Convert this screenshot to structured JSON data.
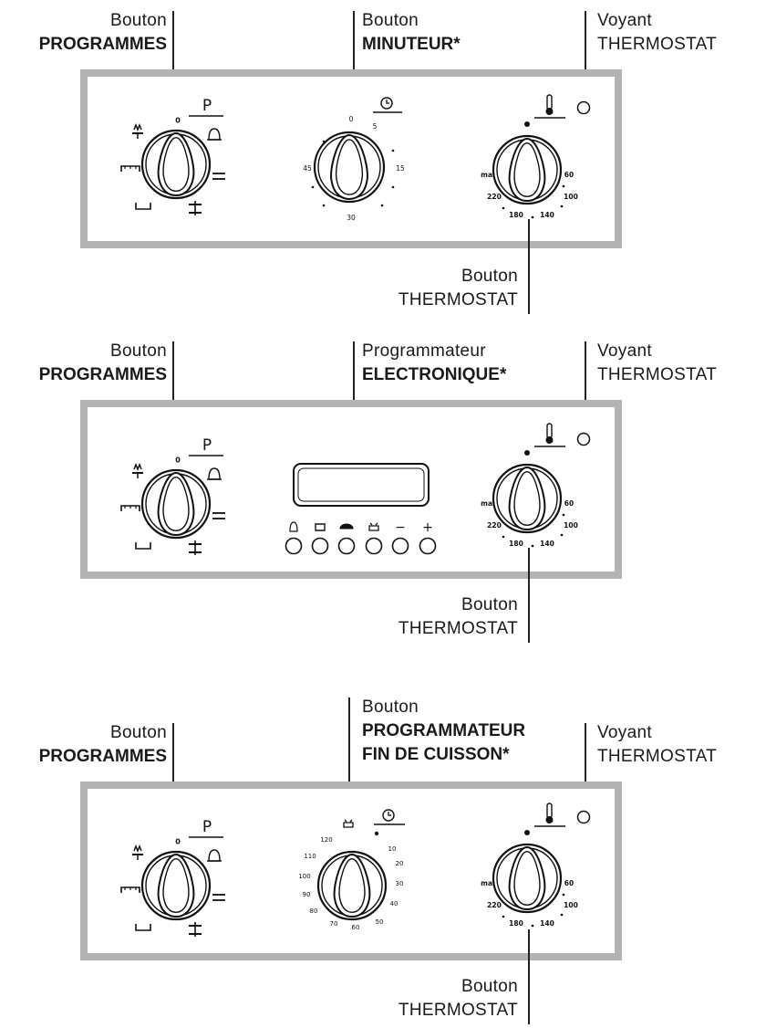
{
  "sections": [
    {
      "left_label": {
        "line1": "Bouton",
        "line2": "PROGRAMMES"
      },
      "center_label": {
        "line1": "Bouton",
        "line2": "MINUTEUR*"
      },
      "right_label": {
        "line1": "Voyant",
        "line2": "THERMOSTAT"
      },
      "bottom_label": {
        "line1": "Bouton",
        "line2": "THERMOSTAT"
      }
    },
    {
      "left_label": {
        "line1": "Bouton",
        "line2": "PROGRAMMES"
      },
      "center_label": {
        "line1": "Programmateur",
        "line2": "ELECTRONIQUE*"
      },
      "right_label": {
        "line1": "Voyant",
        "line2": "THERMOSTAT"
      },
      "bottom_label": {
        "line1": "Bouton",
        "line2": "THERMOSTAT"
      }
    },
    {
      "left_label": {
        "line1": "Bouton",
        "line2": "PROGRAMMES"
      },
      "center_label": {
        "line1": "Bouton",
        "line2": "PROGRAMMATEUR",
        "line3": "FIN DE CUISSON*"
      },
      "right_label": {
        "line1": "Voyant",
        "line2": "THERMOSTAT"
      },
      "bottom_label": {
        "line1": "Bouton",
        "line2": "THERMOSTAT"
      }
    }
  ],
  "programmes_knob": {
    "symbol_p": "P",
    "zero": "0",
    "icon_names": [
      "grill-fan-icon",
      "bell-icon",
      "top-heat-icon",
      "bottom-heat-icon",
      "fan-bottom-icon",
      "equals-icon"
    ]
  },
  "minuteur_knob": {
    "ticks": [
      "0",
      "5",
      "15",
      "30",
      "45"
    ],
    "icon_name": "clock-icon"
  },
  "thermostat_knob": {
    "ticks": [
      "max",
      "60",
      "100",
      "140",
      "180",
      "220"
    ],
    "icon_name": "thermometer-icon"
  },
  "electronic_programmer": {
    "button_symbols": [
      "bell-icon",
      "pot-icon",
      "dish-icon",
      "pot-end-icon",
      "−",
      "+"
    ]
  },
  "fin_cuisson_knob": {
    "ticks": [
      "120",
      "10",
      "20",
      "30",
      "40",
      "50",
      "60",
      "70",
      "80",
      "90",
      "100",
      "110"
    ],
    "icon_name": "clock-icon"
  }
}
